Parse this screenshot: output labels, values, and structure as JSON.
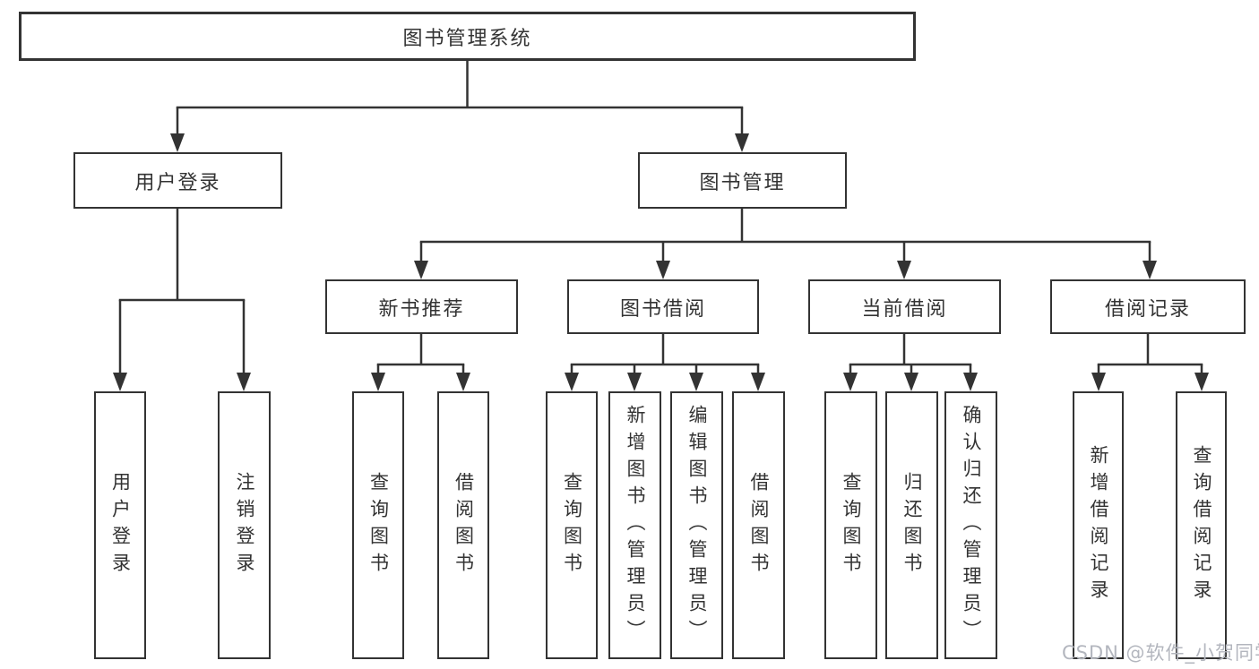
{
  "diagram_title": "图书管理系统",
  "colors": {
    "line": "#333333",
    "text": "#333333",
    "box_background": "#ffffff",
    "watermark": "#b3b6be"
  },
  "tree": {
    "label": "图书管理系统",
    "children": [
      {
        "label": "用户登录",
        "children": [
          {
            "label": "用户登录"
          },
          {
            "label": "注销登录"
          }
        ]
      },
      {
        "label": "图书管理",
        "children": [
          {
            "label": "新书推荐",
            "children": [
              {
                "label": "查询图书"
              },
              {
                "label": "借阅图书"
              }
            ]
          },
          {
            "label": "图书借阅",
            "children": [
              {
                "label": "查询图书"
              },
              {
                "label": "新增图书（管理员）"
              },
              {
                "label": "编辑图书（管理员）"
              },
              {
                "label": "借阅图书"
              }
            ]
          },
          {
            "label": "当前借阅",
            "children": [
              {
                "label": "查询图书"
              },
              {
                "label": "归还图书"
              },
              {
                "label": "确认归还（管理员）"
              }
            ]
          },
          {
            "label": "借阅记录",
            "children": [
              {
                "label": "新增借阅记录"
              },
              {
                "label": "查询借阅记录"
              }
            ]
          }
        ]
      }
    ]
  },
  "watermark": {
    "text": "CSDN @软件_小贺同学"
  }
}
